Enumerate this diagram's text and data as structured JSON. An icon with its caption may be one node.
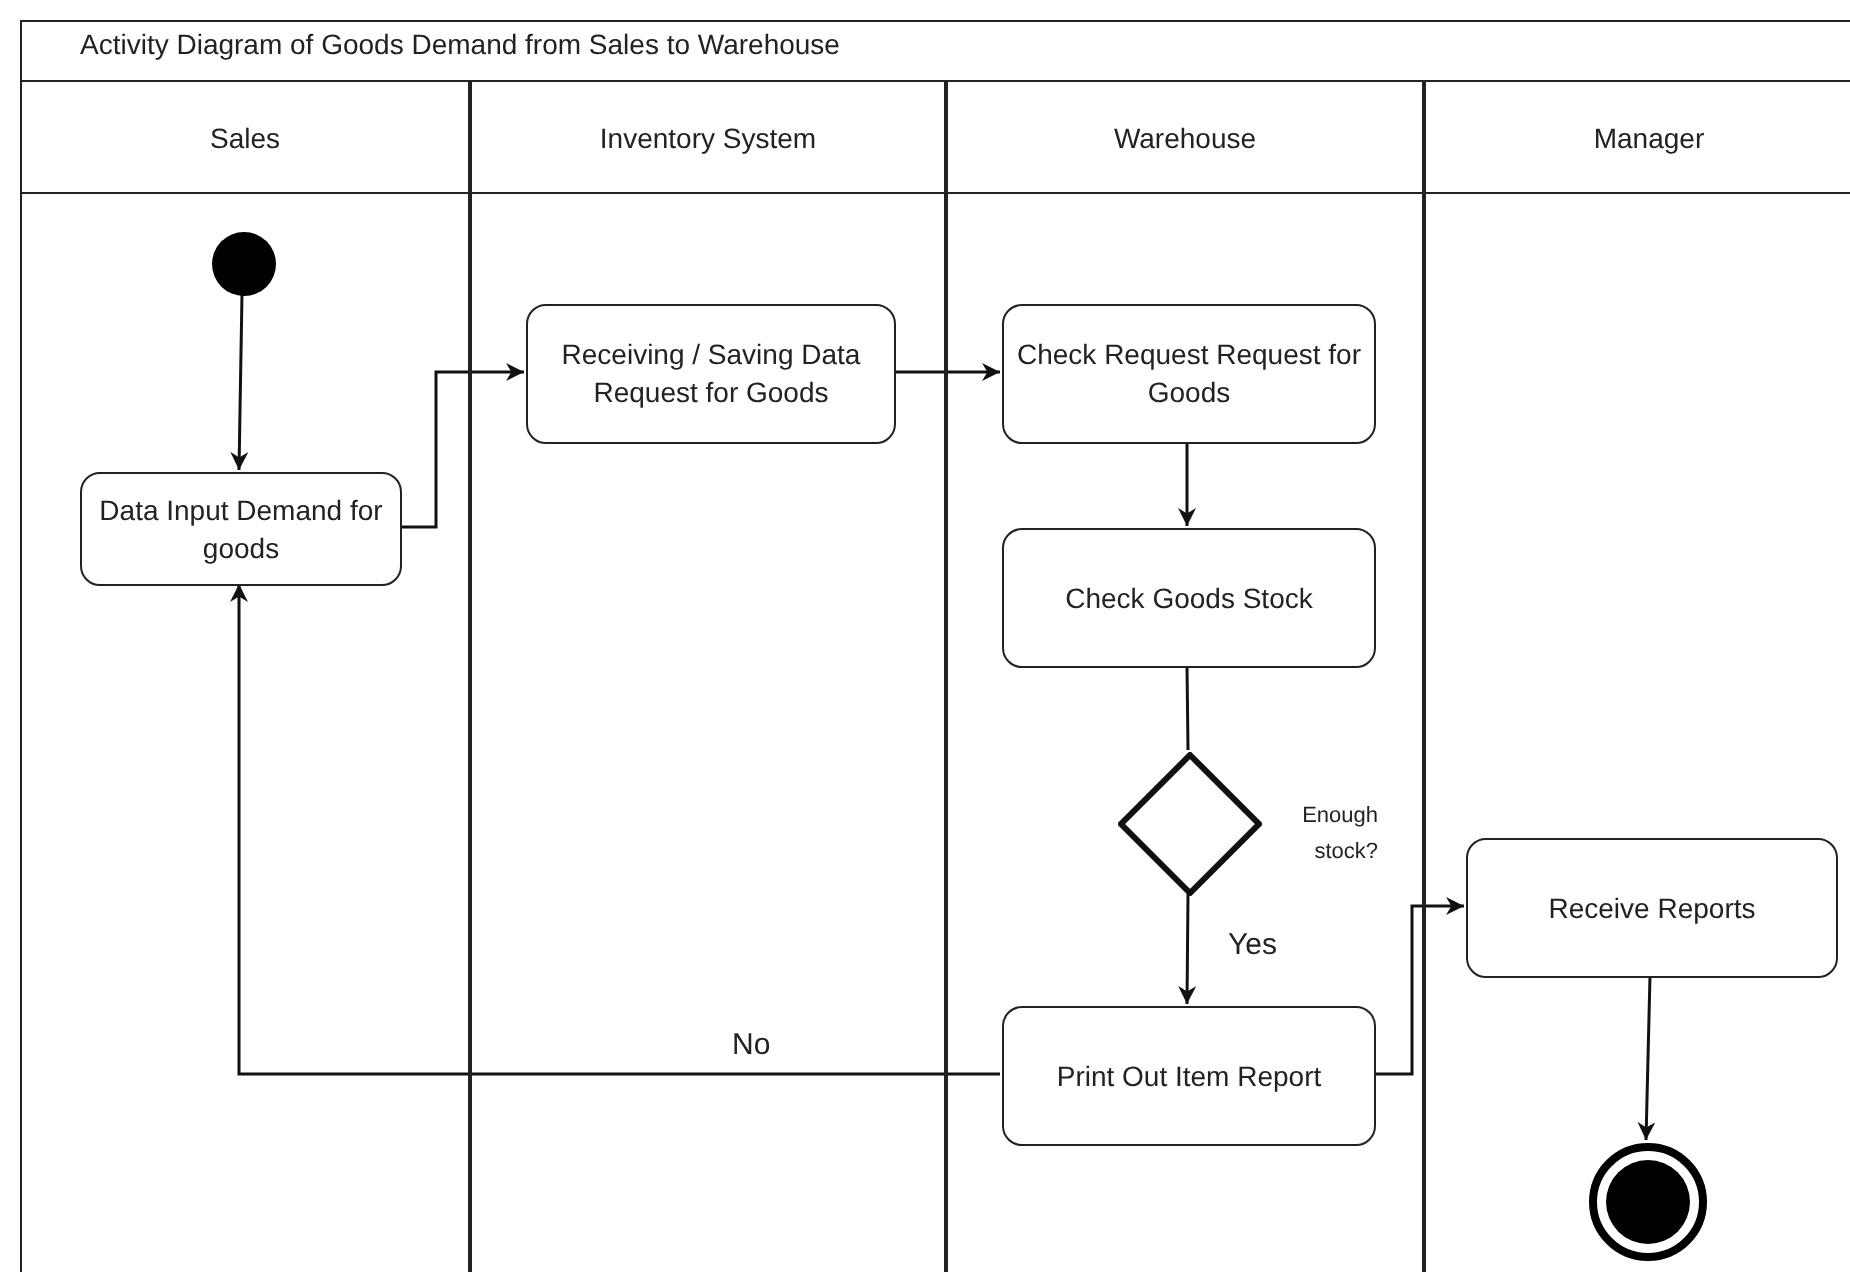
{
  "diagram": {
    "title": "Activity Diagram of Goods Demand from Sales to Warehouse",
    "nodes": [
      {
        "text": [
          "Sales"
        ]
      },
      {
        "text": [
          "Inventory System"
        ]
      },
      {
        "text": [
          "Warehouse"
        ]
      },
      {
        "text": [
          "Manager"
        ]
      },
      {
        "text": [],
        "shape": "circle",
        "in": 0
      },
      {
        "text": [
          "Data Input Demand for goods"
        ],
        "in": 0
      },
      {
        "text": [
          "Receiving / Saving Data Request for Goods"
        ],
        "in": 1
      },
      {
        "text": [
          "Check Request Request for Goods"
        ],
        "in": 2
      },
      {
        "text": [
          "Check Goods Stock"
        ],
        "in": 2
      },
      {
        "text": [],
        "shape": "diamond",
        "in": 2,
        "beside": [
          "Enough stock?"
        ]
      },
      {
        "text": [
          "Print Out Item Report"
        ],
        "in": 2
      },
      {
        "text": [
          "Receive Reports"
        ],
        "in": 3
      },
      {
        "text": [],
        "shape": "circle",
        "in": 3
      }
    ],
    "edges": [
      {
        "from": 4,
        "to": 5,
        "arrow": "to"
      },
      {
        "from": 5,
        "to": 6,
        "arrow": "to"
      },
      {
        "from": 6,
        "to": 7,
        "arrow": "to"
      },
      {
        "from": 7,
        "to": 8,
        "arrow": "to"
      },
      {
        "from": 8,
        "to": 9,
        "arrow": "none"
      },
      {
        "from": 9,
        "to": 10,
        "arrow": "to",
        "label": "Yes"
      },
      {
        "from": 10,
        "to": 5,
        "arrow": "to",
        "label": "No"
      },
      {
        "from": 10,
        "to": 11,
        "arrow": "to"
      },
      {
        "from": 11,
        "to": 12,
        "arrow": "to"
      }
    ]
  }
}
